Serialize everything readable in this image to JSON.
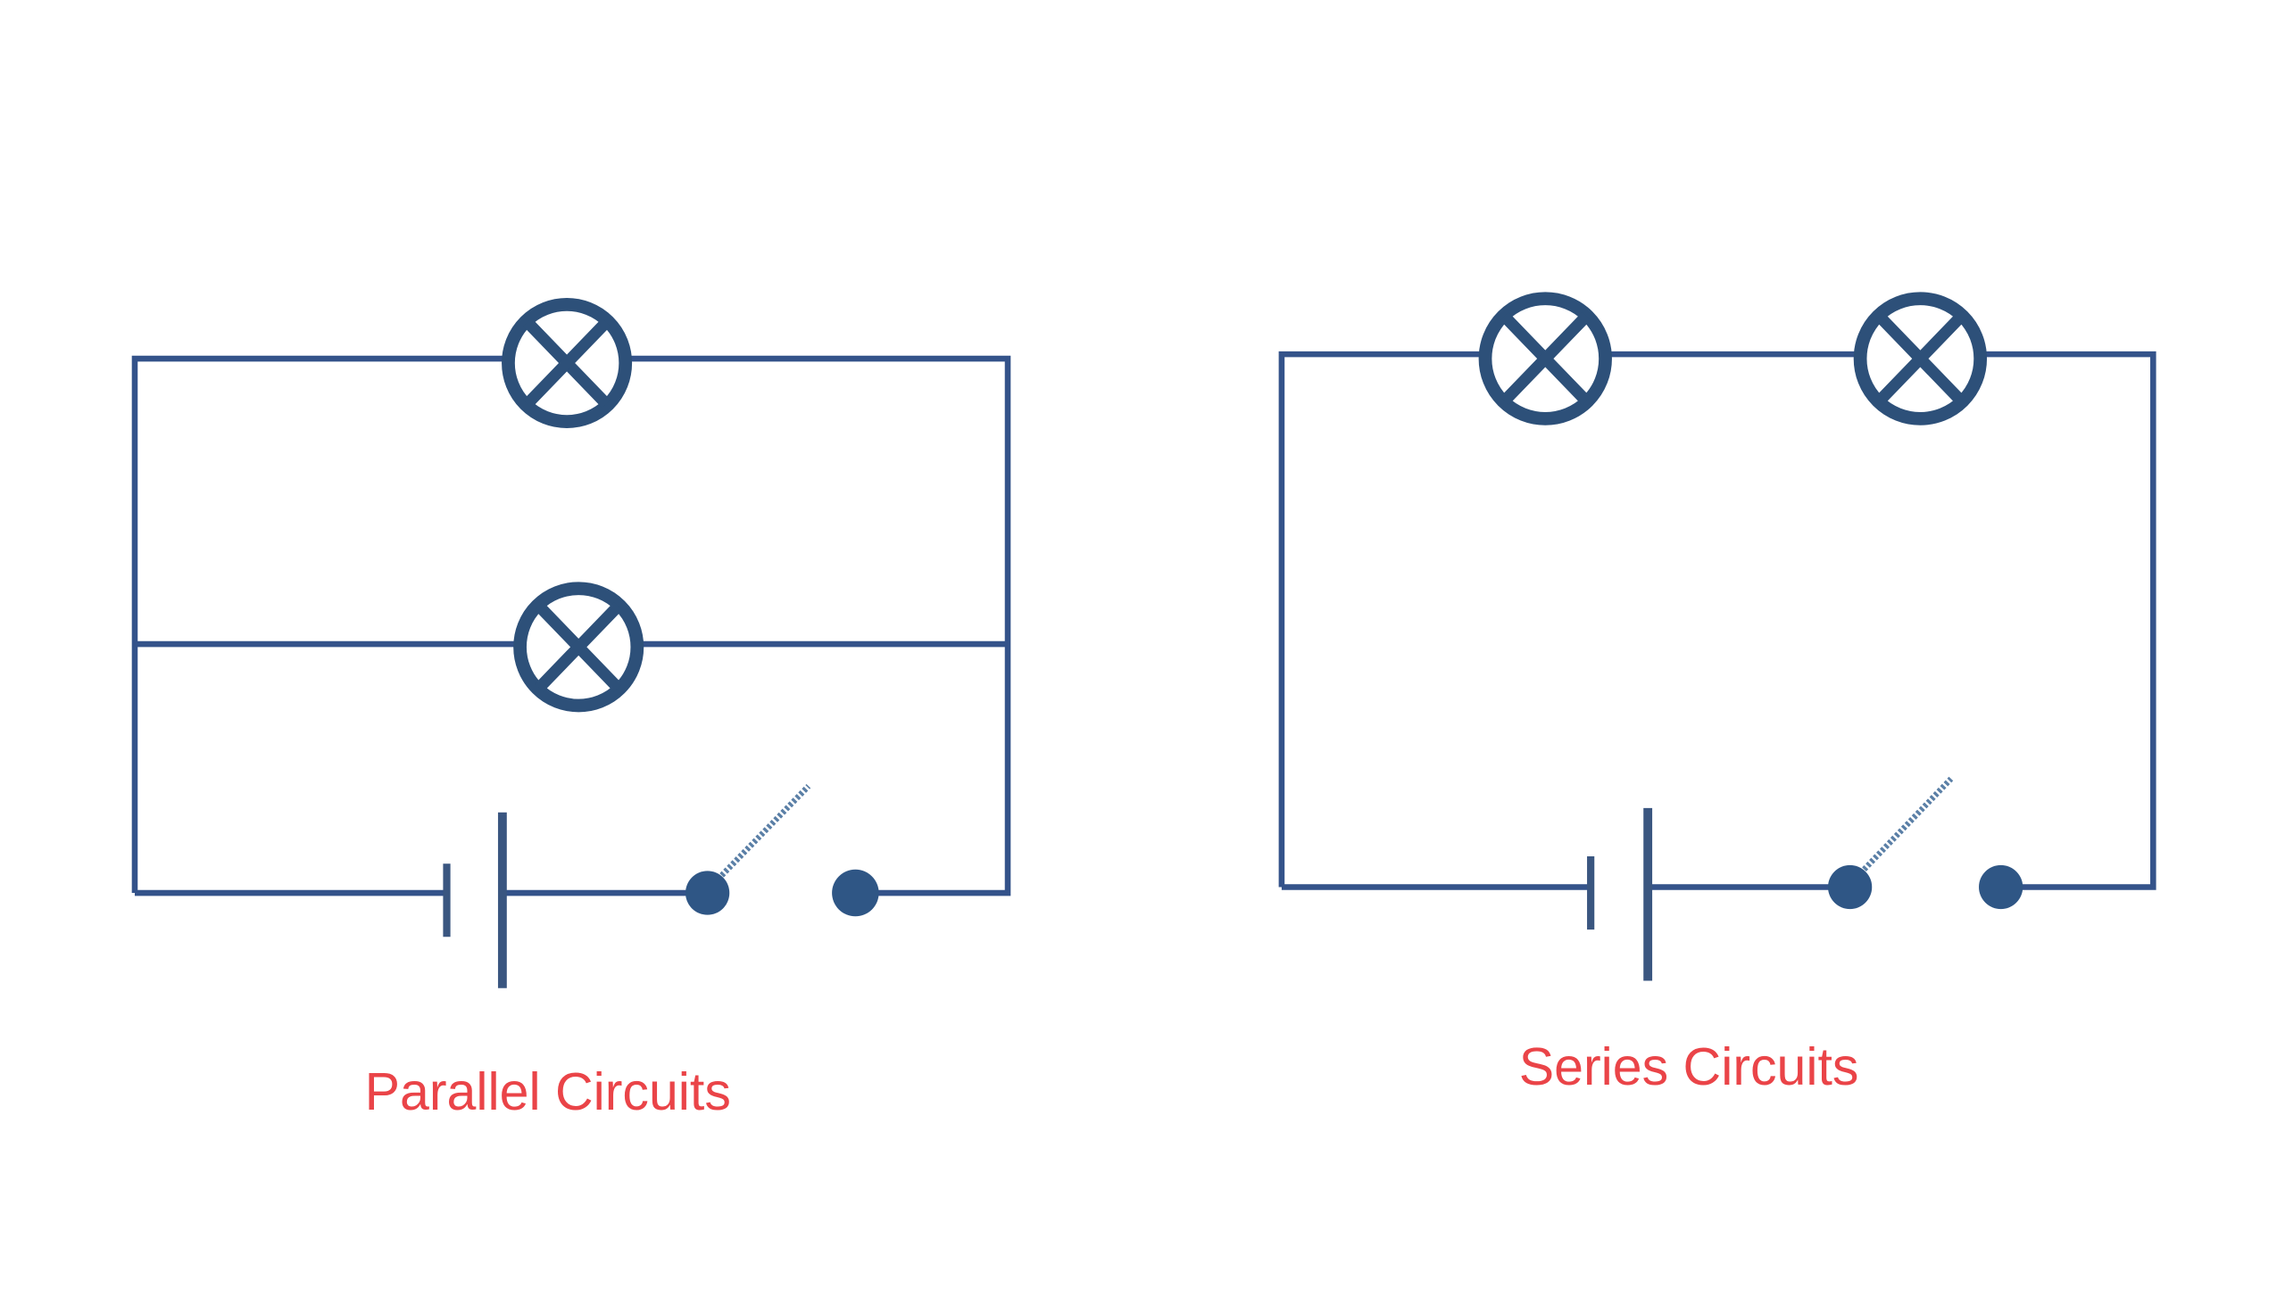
{
  "diagrams": [
    {
      "title": "Parallel Circuits",
      "lamps": 2,
      "arrangement": "parallel"
    },
    {
      "title": "Series Circuits",
      "lamps": 2,
      "arrangement": "series"
    }
  ],
  "colors": {
    "wire": "#34538a",
    "lamp": "#2d5079",
    "label": "#ea4448"
  }
}
